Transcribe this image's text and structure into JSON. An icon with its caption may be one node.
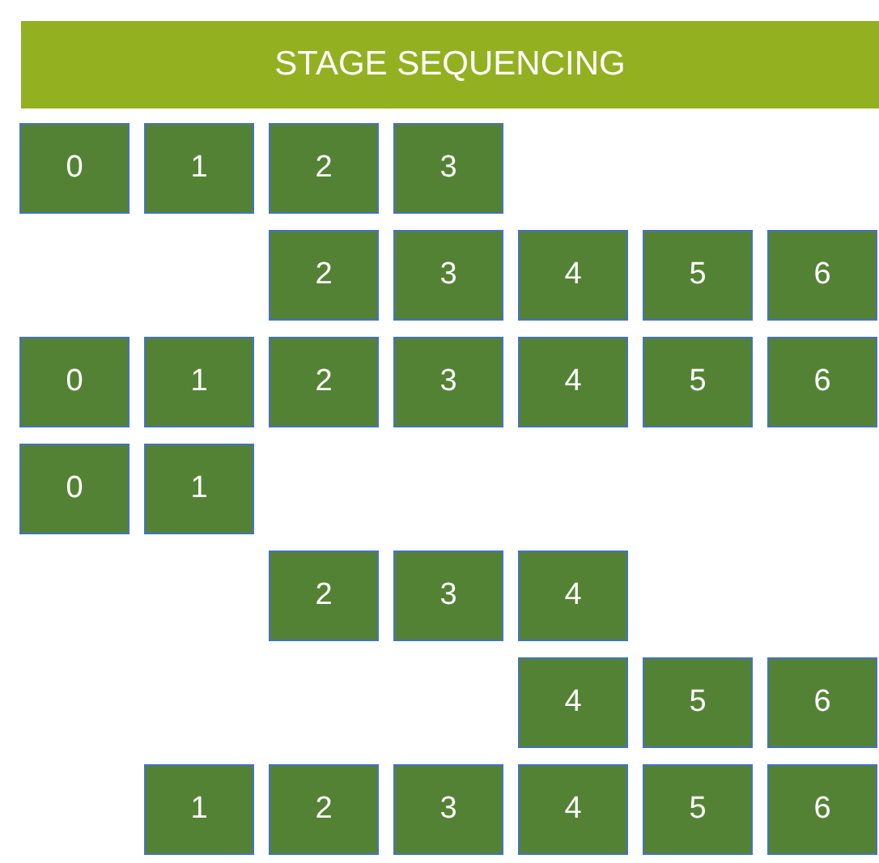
{
  "diagram": {
    "title": "STAGE SEQUENCING",
    "nodes": [
      {
        "text": [
          "0"
        ]
      },
      {
        "text": [
          "1"
        ]
      },
      {
        "text": [
          "2"
        ]
      },
      {
        "text": [
          "3"
        ]
      },
      {
        "text": [
          "2"
        ]
      },
      {
        "text": [
          "3"
        ]
      },
      {
        "text": [
          "4"
        ]
      },
      {
        "text": [
          "5"
        ]
      },
      {
        "text": [
          "6"
        ]
      },
      {
        "text": [
          "0"
        ]
      },
      {
        "text": [
          "1"
        ]
      },
      {
        "text": [
          "2"
        ]
      },
      {
        "text": [
          "3"
        ]
      },
      {
        "text": [
          "4"
        ]
      },
      {
        "text": [
          "5"
        ]
      },
      {
        "text": [
          "6"
        ]
      },
      {
        "text": [
          "0"
        ]
      },
      {
        "text": [
          "1"
        ]
      },
      {
        "text": [
          "2"
        ]
      },
      {
        "text": [
          "3"
        ]
      },
      {
        "text": [
          "4"
        ]
      },
      {
        "text": [
          "4"
        ]
      },
      {
        "text": [
          "5"
        ]
      },
      {
        "text": [
          "6"
        ]
      },
      {
        "text": [
          "1"
        ]
      },
      {
        "text": [
          "2"
        ]
      },
      {
        "text": [
          "3"
        ]
      },
      {
        "text": [
          "4"
        ]
      },
      {
        "text": [
          "5"
        ]
      },
      {
        "text": [
          "6"
        ]
      }
    ]
  }
}
